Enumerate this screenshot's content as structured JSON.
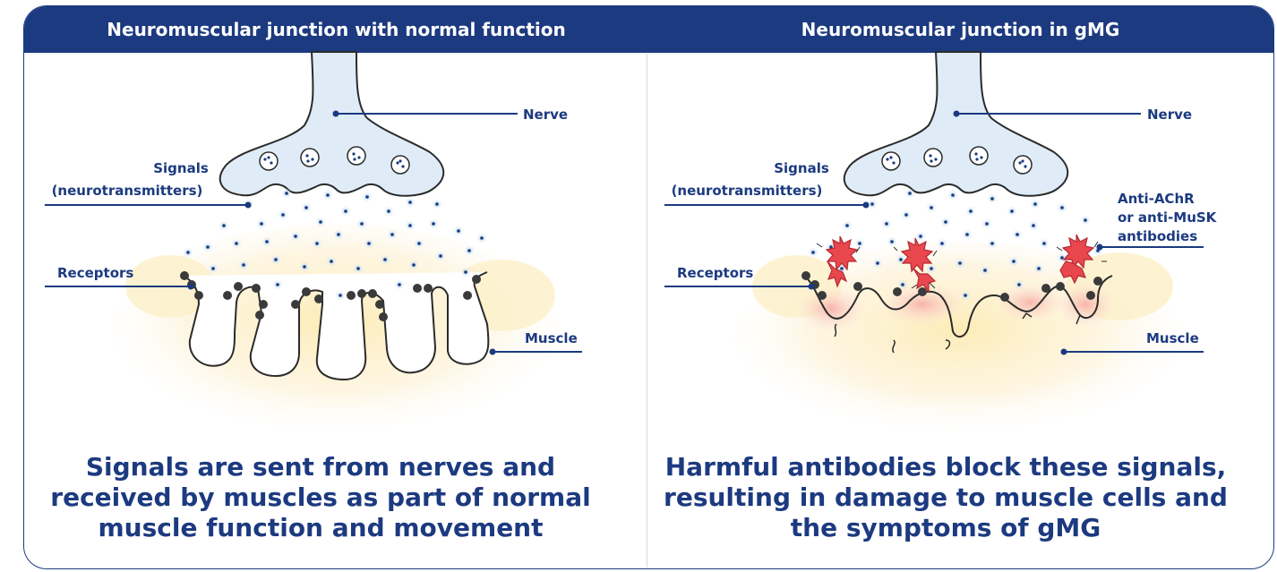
{
  "panels": {
    "left": {
      "title": "Neuromuscular junction with normal function",
      "labels": {
        "nerve": "Nerve",
        "signals_line1": "Signals",
        "signals_line2": "(neurotransmitters)",
        "receptors": "Receptors",
        "muscle": "Muscle"
      },
      "caption": "Signals are sent from nerves and received by muscles as part of normal muscle function and movement"
    },
    "right": {
      "title": "Neuromuscular junction in gMG",
      "labels": {
        "nerve": "Nerve",
        "signals_line1": "Signals",
        "signals_line2": "(neurotransmitters)",
        "receptors": "Receptors",
        "muscle": "Muscle",
        "antibodies_line1": "Anti-AChR",
        "antibodies_line2": "or anti-MuSK",
        "antibodies_line3": "antibodies"
      },
      "caption": "Harmful antibodies block these signals, resulting in damage to muscle cells and the symptoms of gMG"
    }
  },
  "colors": {
    "brand_navy": "#1c3a80",
    "nerve_fill": "#dfecf8",
    "muscle_glow": "#fdf1cf",
    "receptor": "#444444",
    "antibody_red": "#e8474e",
    "damage_glow": "#f9c8c4"
  }
}
